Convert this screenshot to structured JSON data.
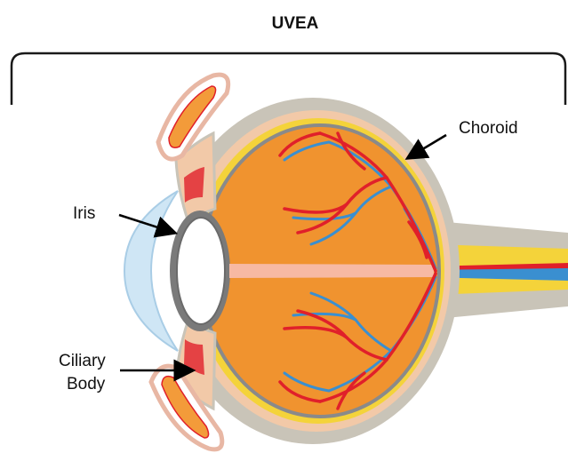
{
  "title": "UVEA",
  "labels": {
    "choroid": "Choroid",
    "iris": "Iris",
    "ciliary_line1": "Ciliary",
    "ciliary_line2": "Body"
  },
  "colors": {
    "sclera": "#c9c4b8",
    "choroid_layer": "#f2c9a8",
    "retina_yellow": "#f4d33a",
    "vitreous": "#f0932f",
    "vitreous_edge": "#8a8a8a",
    "artery": "#e0202a",
    "vein": "#3a8fd0",
    "lens": "#ffffff",
    "cornea": "#cfe6f5",
    "muscle_fill": "#f39b3a",
    "muscle_outline": "#e8b7a4",
    "optic_axis": "#f7b9a3",
    "arrow": "#000000"
  }
}
